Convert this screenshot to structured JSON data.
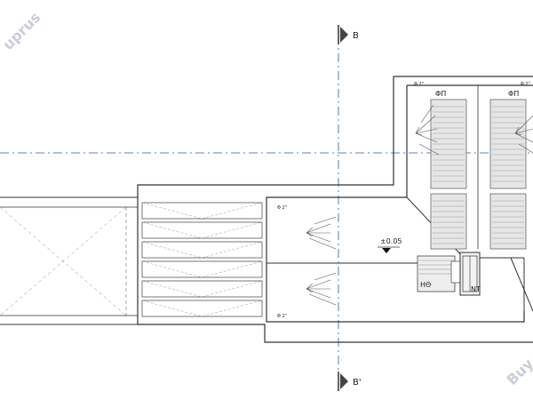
{
  "section_marks": {
    "top": "B",
    "bottom": "B'"
  },
  "equipment": {
    "filter_left": "ΦΠ",
    "filter_right": "ΦΠ",
    "pump_left": "ΗΘ",
    "pump_right": "ΝΤ"
  },
  "annotations": {
    "level": "±0.05",
    "vent_tl": "Φ 2\"",
    "vent_tl2": "Φ 2\"",
    "vent_ml": "Φ 2\"",
    "vent_bl": "Φ 2\""
  },
  "watermarks": {
    "top_left": "uprus",
    "bottom_right": "Buy"
  },
  "colors": {
    "line": "#333333",
    "axis": "#2a5d8f",
    "hatch": "#888888",
    "watermark": "#c9ced6"
  }
}
